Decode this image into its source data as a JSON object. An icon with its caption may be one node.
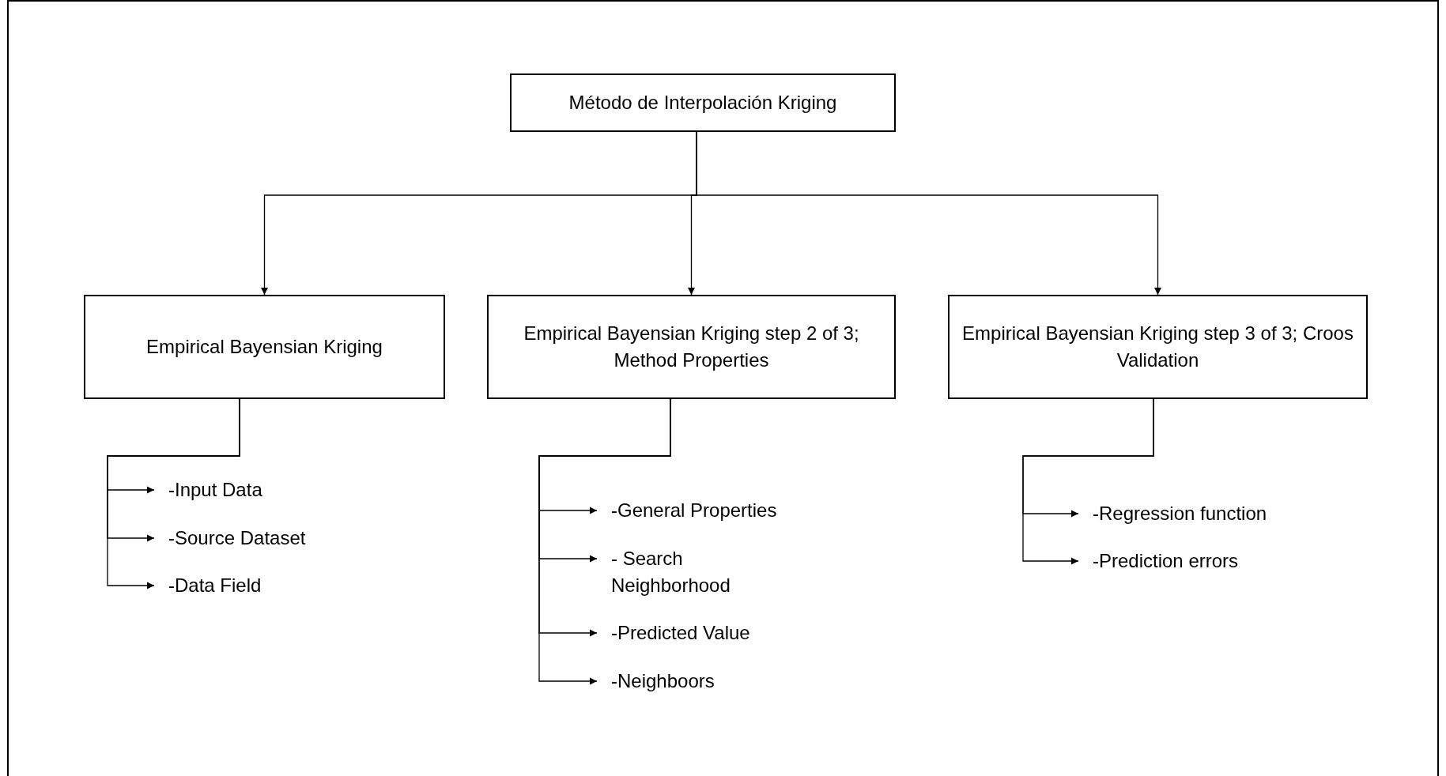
{
  "diagram": {
    "nodes": [
      {
        "text": [
          "Método de Interpolación Kriging"
        ]
      },
      {
        "text": [
          "Empirical Bayensian Kriging"
        ]
      },
      {
        "text": [
          "Empirical Bayensian Kriging step 2 of 3; Method Properties"
        ]
      },
      {
        "text": [
          "Empirical Bayensian Kriging step 3 of 3; Croos Validation"
        ]
      },
      {
        "text": [
          "-Input Data"
        ]
      },
      {
        "text": [
          "-Source Dataset"
        ]
      },
      {
        "text": [
          "-Data Field"
        ]
      },
      {
        "text": [
          "-General Properties"
        ]
      },
      {
        "text": [
          "- Search Neighborhood"
        ]
      },
      {
        "text": [
          "-Predicted Value"
        ]
      },
      {
        "text": [
          "-Neighboors"
        ]
      },
      {
        "text": [
          "-Regression function"
        ]
      },
      {
        "text": [
          "-Prediction errors"
        ]
      }
    ],
    "edges": [
      {
        "from": 0,
        "to": 1,
        "arrow": "to"
      },
      {
        "from": 0,
        "to": 2,
        "arrow": "to"
      },
      {
        "from": 0,
        "to": 3,
        "arrow": "to"
      },
      {
        "from": 1,
        "to": 4,
        "arrow": "to"
      },
      {
        "from": 1,
        "to": 5,
        "arrow": "to"
      },
      {
        "from": 1,
        "to": 6,
        "arrow": "to"
      },
      {
        "from": 2,
        "to": 7,
        "arrow": "to"
      },
      {
        "from": 2,
        "to": 8,
        "arrow": "to"
      },
      {
        "from": 2,
        "to": 9,
        "arrow": "to"
      },
      {
        "from": 2,
        "to": 10,
        "arrow": "to"
      },
      {
        "from": 3,
        "to": 11,
        "arrow": "to"
      },
      {
        "from": 3,
        "to": 12,
        "arrow": "to"
      }
    ]
  }
}
